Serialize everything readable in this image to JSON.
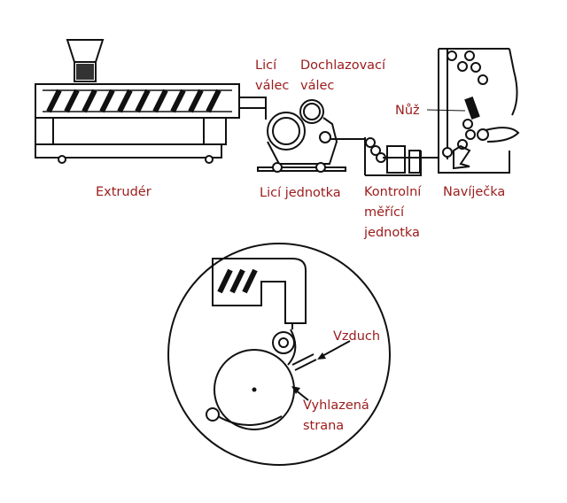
{
  "labels": {
    "extruder": "Extrudér",
    "casting_roll_1": "Licí",
    "casting_roll_2": "válec",
    "chill_roll_1": "Dochlazovací",
    "chill_roll_2": "válec",
    "knife": "Nůž",
    "casting_unit": "Licí jednotka",
    "measuring_unit_1": "Kontrolní",
    "measuring_unit_2": "měřící",
    "measuring_unit_3": "jednotka",
    "winder": "Navíječka",
    "air": "Vzduch",
    "smooth_side_1": "Vyhlazená",
    "smooth_side_2": "strana"
  },
  "colors": {
    "label": "#9b1b1b",
    "line": "#111111"
  }
}
